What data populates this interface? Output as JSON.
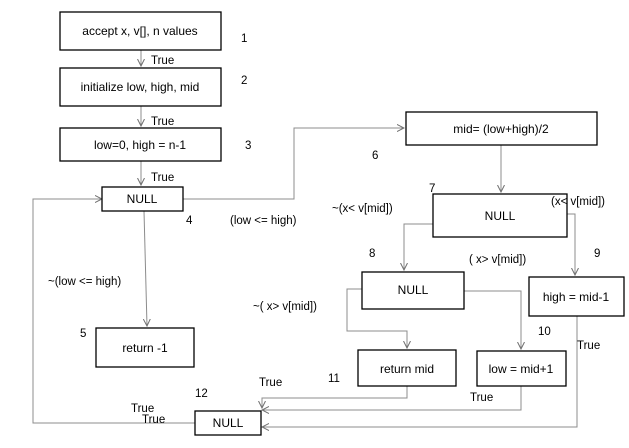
{
  "colors": {
    "box_stroke": "#000000",
    "edge": "#8c8c8c",
    "text": "#000000",
    "background": "#ffffff"
  },
  "nodes": {
    "accept": "accept x, v[], n values",
    "init": "initialize low, high, mid",
    "assign": "low=0, high = n-1",
    "null1": "NULL",
    "ret_neg": "return -1",
    "mid": "mid= (low+high)/2",
    "null2": "NULL",
    "null3": "NULL",
    "high_upd": "high = mid-1",
    "ret_mid": "return mid",
    "low_upd": "low = mid+1",
    "null_end": "NULL"
  },
  "numbers": [
    "1",
    "2",
    "3",
    "4",
    "5",
    "6",
    "7",
    "8",
    "9",
    "10",
    "11",
    "12"
  ],
  "edge_labels": {
    "t1": "True",
    "t2": "True",
    "t3": "True",
    "loop_cond": "(low <= high)",
    "not_loop": "~(low <= high)",
    "not_lt": "~(x< v[mid])",
    "lt": "(x< v[mid])",
    "gt": "( x> v[mid])",
    "not_gt": "~( x> v[mid])",
    "t_high": "True",
    "t_ret_mid": "True",
    "t_low": "True",
    "t_back_a": "True",
    "t_back_b": "True"
  }
}
